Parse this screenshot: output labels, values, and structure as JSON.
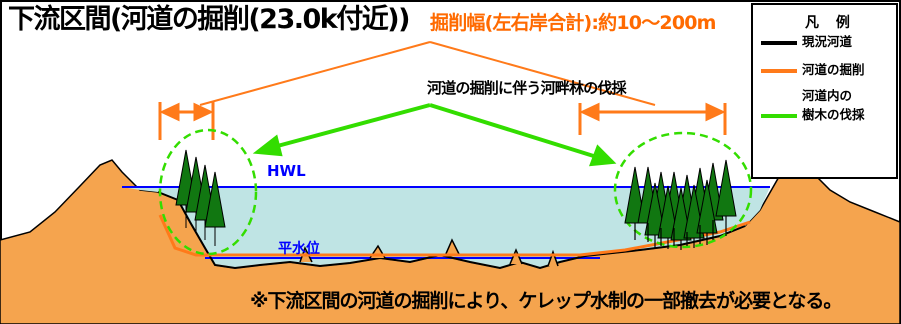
{
  "title": "下流区間(河道の掘削(23.0k付近))",
  "subtitle": "掘削幅(左右岸合計):約10～200m",
  "callout": "河道の掘削に伴う河畔林の伐採",
  "labels": {
    "hwl": "HWL",
    "normal_water_level": "平水位"
  },
  "note": "※下流区間の河道の掘削により、ケレップ水制の一部撤去が必要となる。",
  "legend": {
    "title": "凡 例",
    "items": [
      {
        "label": "現況河道",
        "color": "#000000"
      },
      {
        "label": "河道の掘削",
        "color": "#ff7a1a"
      },
      {
        "label": "河道内の",
        "label2": "樹木の伐採",
        "color": "#33dd00"
      }
    ]
  },
  "colors": {
    "ground": "#f5a44e",
    "ground_outline": "#000000",
    "water": "#bfe4e4",
    "water_line": "#0000ff",
    "excavation": "#ff7a1a",
    "trees": "#117711",
    "tree_outline_and_arrows": "#33dd00"
  }
}
